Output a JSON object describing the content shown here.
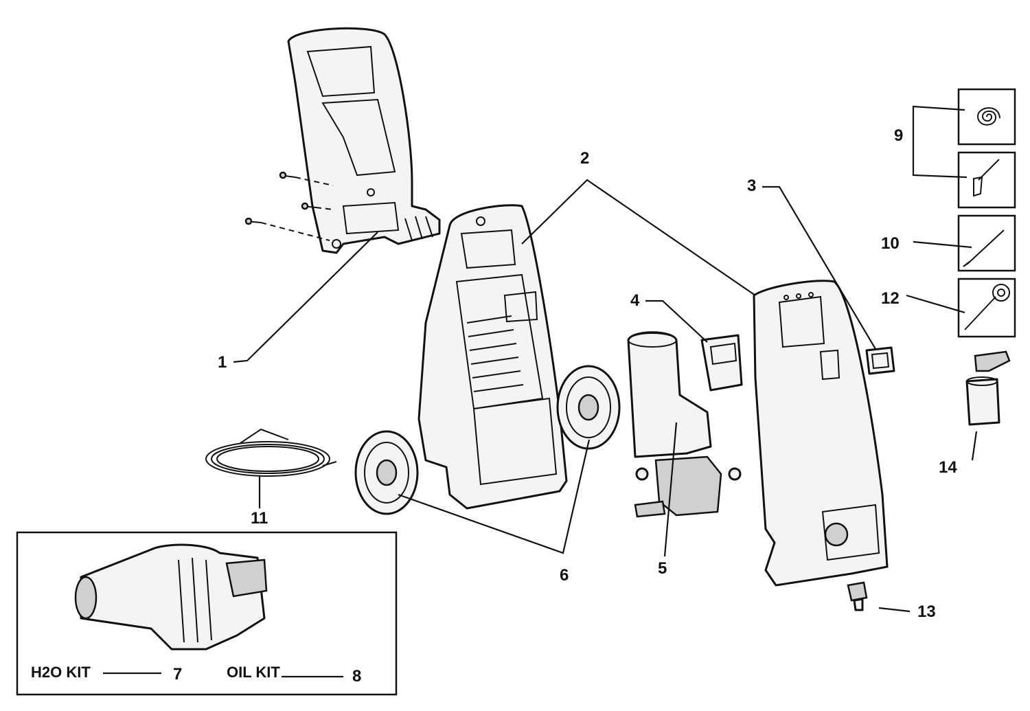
{
  "callouts": {
    "c1": "1",
    "c2": "2",
    "c3": "3",
    "c4": "4",
    "c5": "5",
    "c6": "6",
    "c7": "7",
    "c8": "8",
    "c9": "9",
    "c10": "10",
    "c11": "11",
    "c12": "12",
    "c13": "13",
    "c14": "14"
  },
  "kits": {
    "h2o_label": "H2O KIT",
    "oil_label": "OIL KIT"
  },
  "icons": {
    "hose_reel": "spiral-hose-icon",
    "spray_gun": "spray-gun-icon",
    "wand": "wand-icon",
    "turbo_nozzle": "turbo-nozzle-icon"
  }
}
